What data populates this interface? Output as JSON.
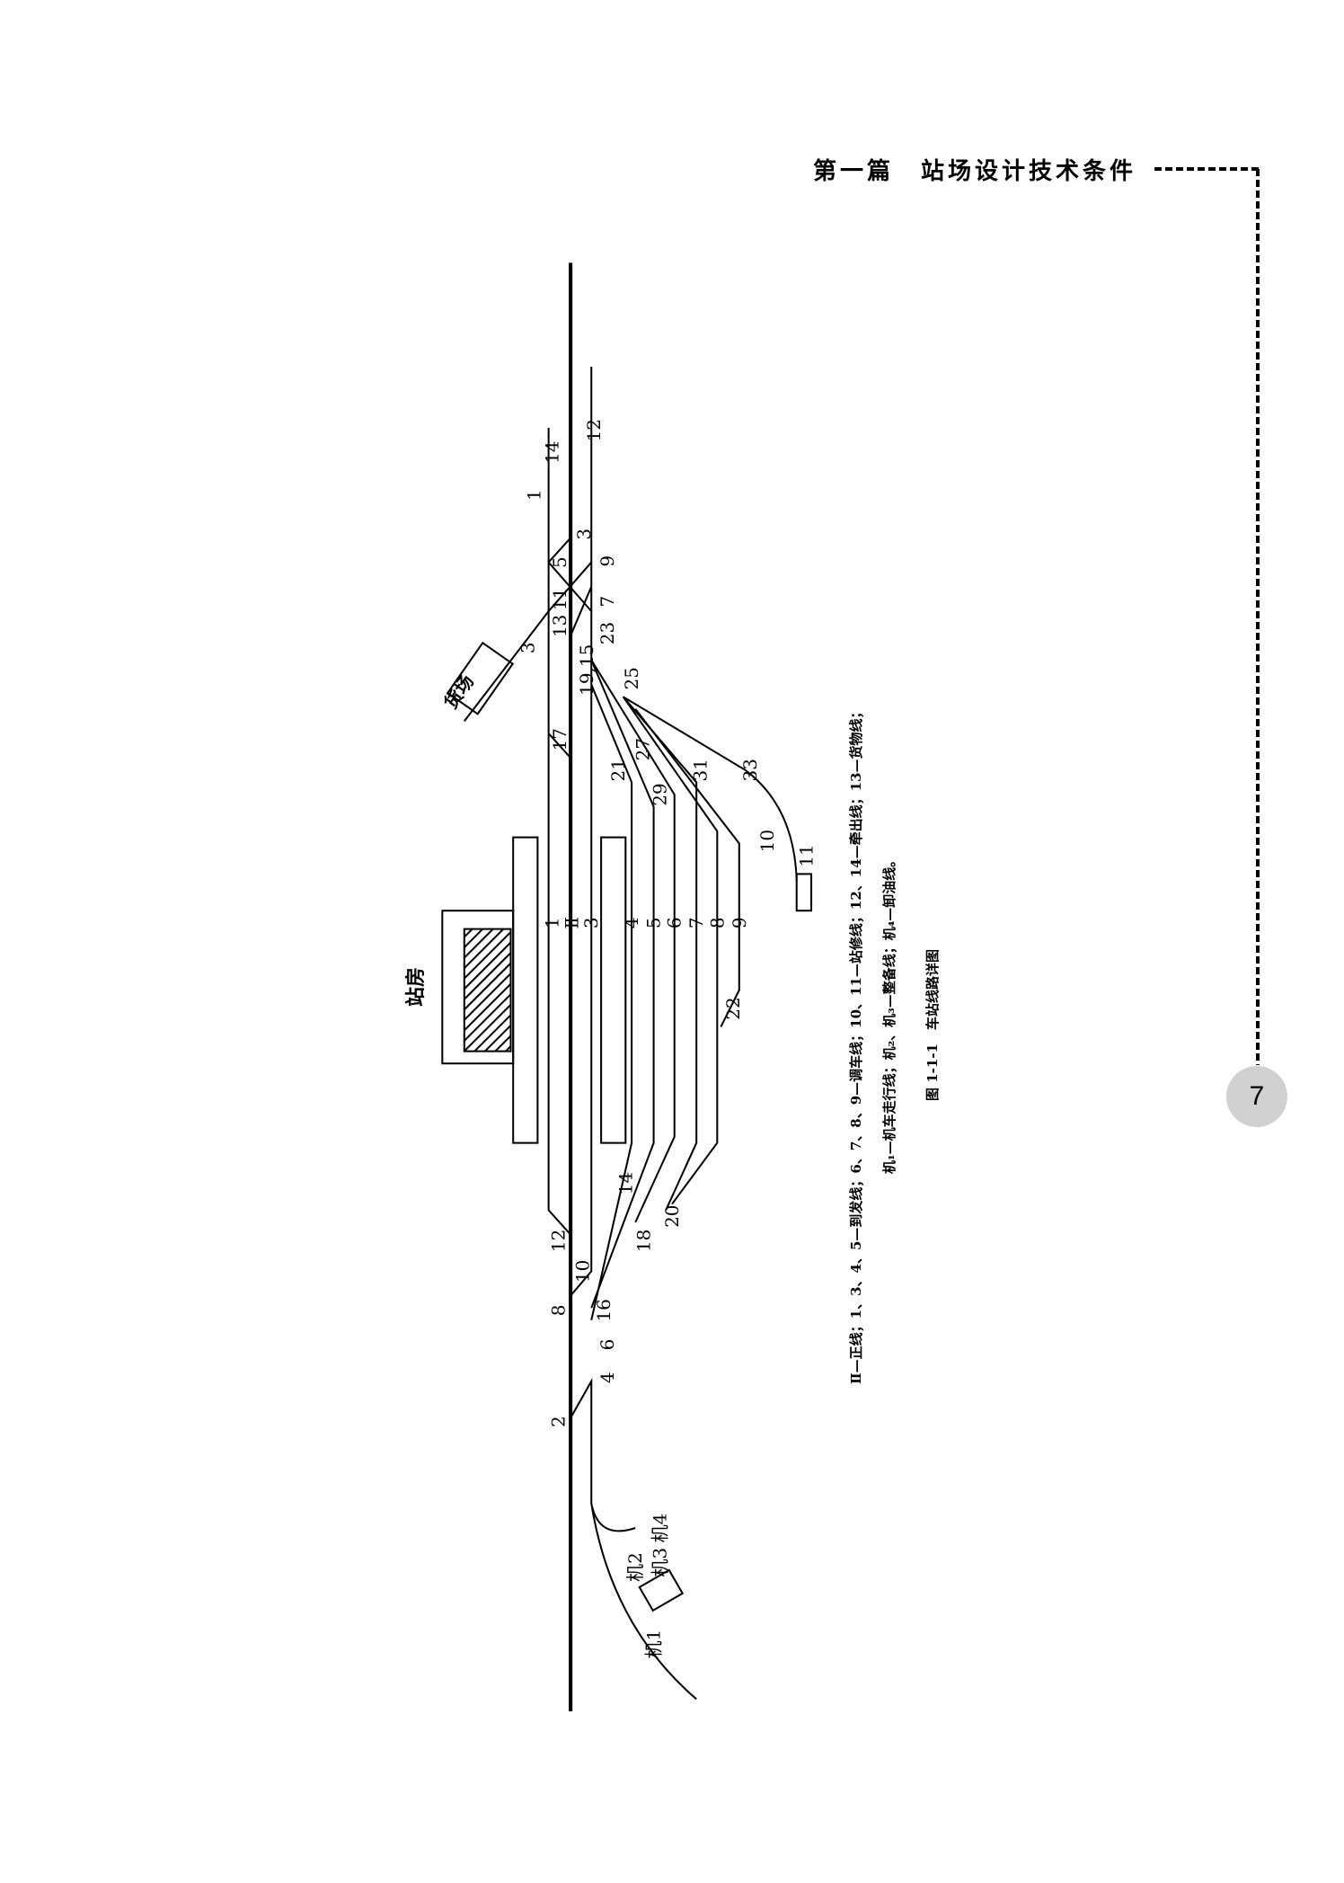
{
  "header": {
    "title": "第一篇　站场设计技术条件",
    "page_number": "7"
  },
  "figure": {
    "station_building": "站房",
    "goods_yard": "货场",
    "caption_line1": "Ⅱ—正线；1、3、4、5—到发线；6、7、8、9—调车线；10、11—站修线；12、14—牵出线；13—货物线；",
    "caption_line2": "机₁—机车走行线；机₂、机₃—整备线；机₄—卸油线。",
    "title": "图 1-1-1　车站线路详图",
    "labels": [
      "1",
      "14",
      "12",
      "3",
      "5",
      "9",
      "11",
      "7",
      "13",
      "23",
      "19,15",
      "25",
      "3",
      "17",
      "21",
      "27",
      "29",
      "31",
      "33",
      "10",
      "11",
      "1",
      "Ⅱ",
      "3",
      "4",
      "5",
      "6",
      "7",
      "8",
      "9",
      "22",
      "14",
      "12",
      "10",
      "18",
      "20",
      "8",
      "16",
      "6",
      "4",
      "2",
      "机4",
      "机3",
      "机2",
      "机1"
    ]
  }
}
